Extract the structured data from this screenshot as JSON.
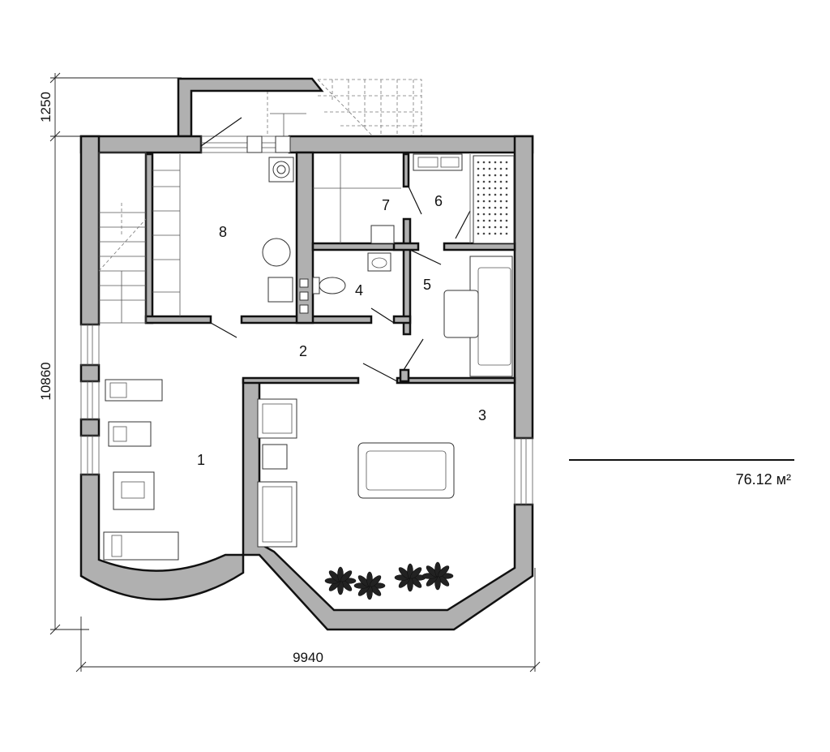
{
  "plan": {
    "rooms": [
      {
        "number": "1"
      },
      {
        "number": "2"
      },
      {
        "number": "3"
      },
      {
        "number": "4"
      },
      {
        "number": "5"
      },
      {
        "number": "6"
      },
      {
        "number": "7"
      },
      {
        "number": "8"
      }
    ],
    "dimensions": {
      "width": "9940",
      "height": "10860",
      "porch_depth": "1250"
    },
    "area": "76.12 м²"
  }
}
